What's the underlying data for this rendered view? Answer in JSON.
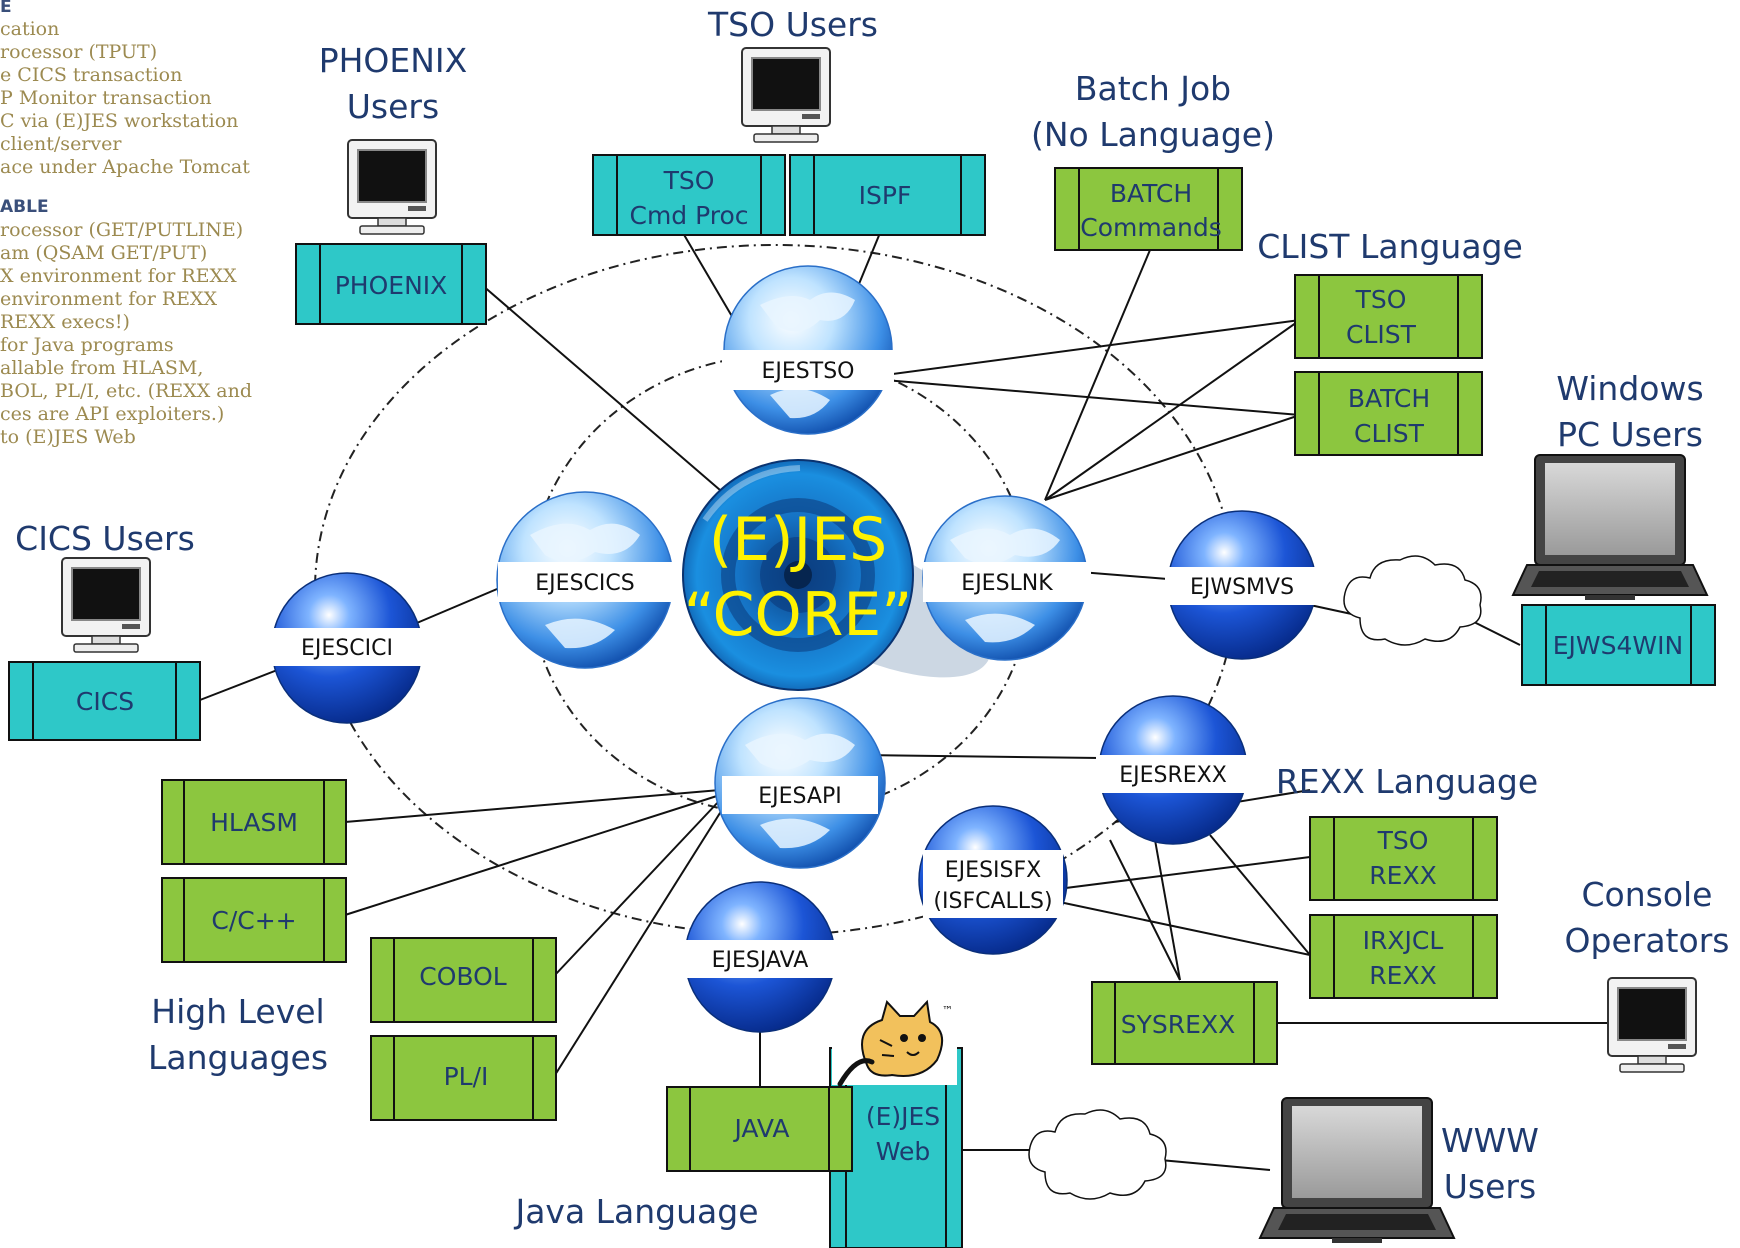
{
  "sidebar": {
    "section_a_title": "E",
    "section_a_lines": [
      "cation",
      "rocessor (TPUT)",
      "e CICS transaction",
      "P Monitor transaction",
      "C via (E)JES workstation",
      "client/server",
      "ace under Apache Tomcat"
    ],
    "section_b_title": "ABLE",
    "section_b_lines": [
      "rocessor (GET/PUTLINE)",
      "am (QSAM GET/PUT)",
      "X environment for REXX",
      "environment for REXX",
      "REXX execs!)",
      " for Java programs",
      "allable from HLASM,",
      "BOL, PL/I, etc. (REXX and",
      "ces are API exploiters.)",
      "to (E)JES Web"
    ]
  },
  "headings": {
    "tso_users": "TSO Users",
    "phoenix_users": [
      "PHOENIX",
      "Users"
    ],
    "batch_job": [
      "Batch Job",
      "(No Language)"
    ],
    "clist_language": "CLIST Language",
    "windows_pc_users": [
      "Windows",
      "PC Users"
    ],
    "cics_users": "CICS Users",
    "rexx_language": "REXX Language",
    "console_operators": [
      "Console",
      "Operators"
    ],
    "high_level_languages": [
      "High Level",
      "Languages"
    ],
    "java_language": "Java Language",
    "www_users": [
      "WWW",
      "Users"
    ]
  },
  "boxes": {
    "tso_cmd_proc": [
      "TSO",
      "Cmd Proc"
    ],
    "ispf": [
      "ISPF"
    ],
    "phoenix": [
      "PHOENIX"
    ],
    "batch_commands": [
      "BATCH",
      "Commands"
    ],
    "tso_clist": [
      "TSO",
      "CLIST"
    ],
    "batch_clist": [
      "BATCH",
      "CLIST"
    ],
    "cics": [
      "CICS"
    ],
    "ejws4win": [
      "EJWS4WIN"
    ],
    "hlasm": [
      "HLASM"
    ],
    "c_cpp": [
      "C/C++"
    ],
    "cobol": [
      "COBOL"
    ],
    "pli": [
      "PL/I"
    ],
    "tso_rexx": [
      "TSO",
      "REXX"
    ],
    "irxjcl_rexx": [
      "IRXJCL",
      "REXX"
    ],
    "sysrexx": [
      "SYSREXX"
    ],
    "java": [
      "JAVA"
    ],
    "ejes_web": [
      "(E)JES",
      "Web"
    ]
  },
  "globes": {
    "ejestso": "EJESTSO",
    "ejescics": "EJESCICS",
    "ejeslnk": "EJESLNK",
    "ejesapi": "EJESAPI"
  },
  "spheres": {
    "ejescici": "EJESCICI",
    "ejwsmvs": "EJWSMVS",
    "ejesrexx": "EJESREXX",
    "ejesisfx": [
      "EJESISFX",
      "(ISFCALLS)"
    ],
    "ejesjava": "EJESJAVA"
  },
  "core": [
    "(E)JES",
    "“CORE”"
  ],
  "tomcat_mark": "™",
  "colors": {
    "teal_box": "#2ec8c8",
    "green_box": "#8cc63f",
    "heading_text": "#1f3a6e",
    "core_text": "#fff200",
    "sidebar_text": "#9c8a50"
  }
}
